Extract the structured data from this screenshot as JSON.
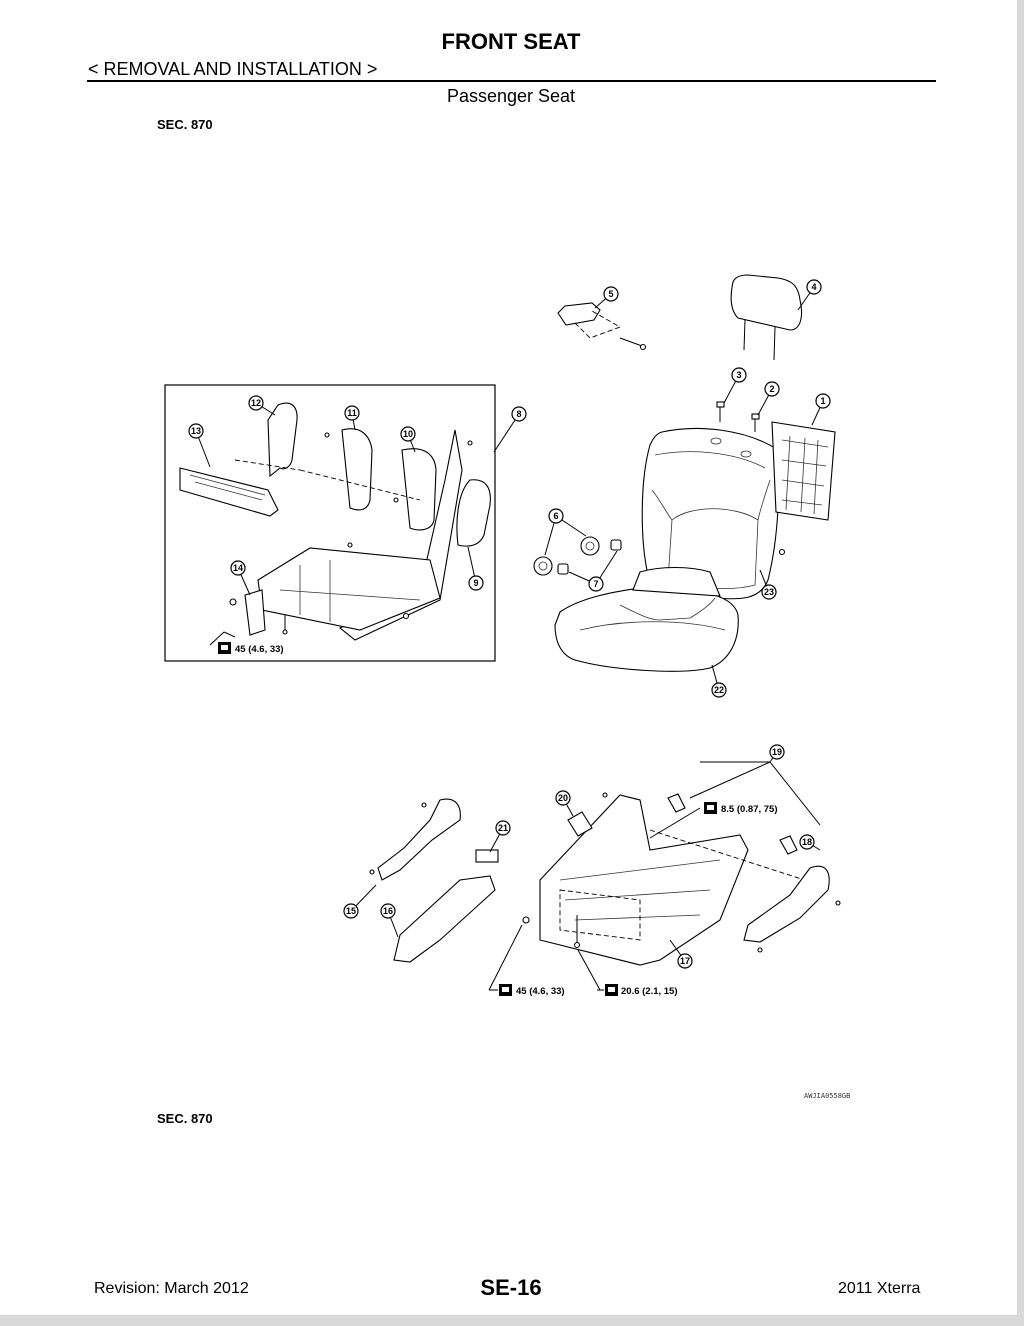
{
  "header": {
    "title": "FRONT SEAT",
    "section": "< REMOVAL AND INSTALLATION >",
    "subtitle": "Passenger Seat"
  },
  "diagram": {
    "sec_top": "SEC. 870",
    "sec_bottom": "SEC. 870",
    "figure_code": "AWJIA0558GB",
    "callouts": [
      "1",
      "2",
      "3",
      "4",
      "5",
      "6",
      "7",
      "8",
      "9",
      "10",
      "11",
      "12",
      "13",
      "14",
      "15",
      "16",
      "17",
      "18",
      "19",
      "20",
      "21",
      "22",
      "23"
    ],
    "torques": {
      "inset": "45 (4.6, 33)",
      "bolt_small": "8.5 (0.87, 75)",
      "rail_left": "45 (4.6, 33)",
      "rail_center": "20.6 (2.1, 15)"
    }
  },
  "footer": {
    "revision": "Revision: March 2012",
    "page": "SE-16",
    "model": "2011 Xterra"
  }
}
